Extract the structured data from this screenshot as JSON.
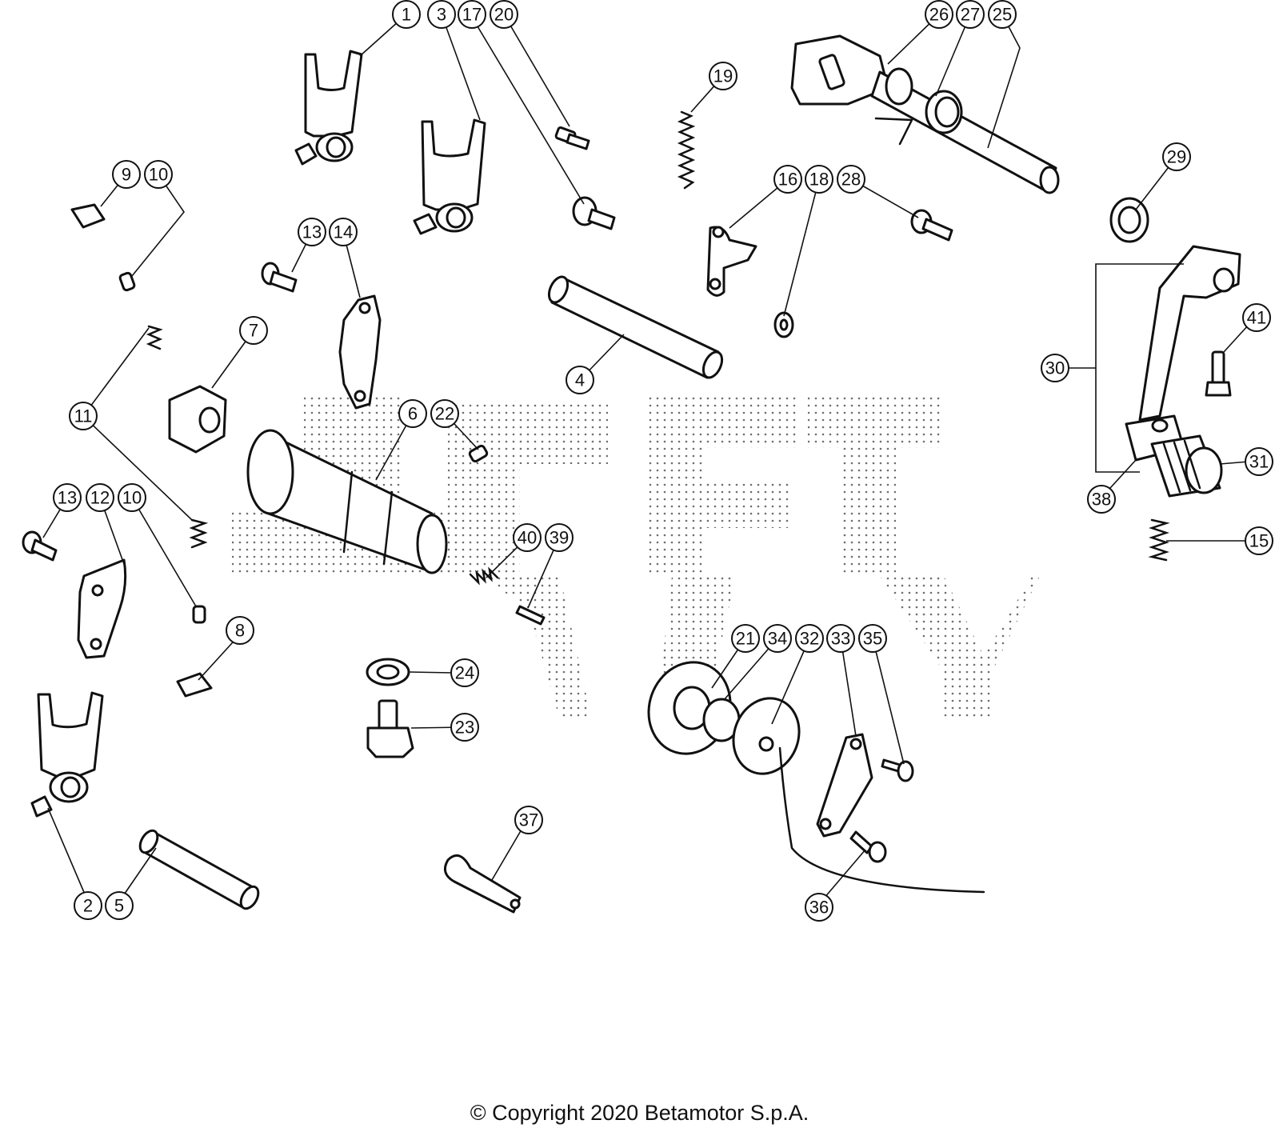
{
  "diagram": {
    "callouts": [
      "1",
      "3",
      "17",
      "20",
      "26",
      "27",
      "25",
      "19",
      "9",
      "10",
      "16",
      "18",
      "28",
      "29",
      "13",
      "14",
      "41",
      "7",
      "4",
      "30",
      "11",
      "6",
      "22",
      "31",
      "13",
      "12",
      "10",
      "38",
      "40",
      "39",
      "15",
      "8",
      "21",
      "34",
      "32",
      "33",
      "35",
      "24",
      "23",
      "37",
      "2",
      "5",
      "36"
    ]
  },
  "footer": {
    "copyright": "© Copyright 2020 Betamotor S.p.A."
  }
}
